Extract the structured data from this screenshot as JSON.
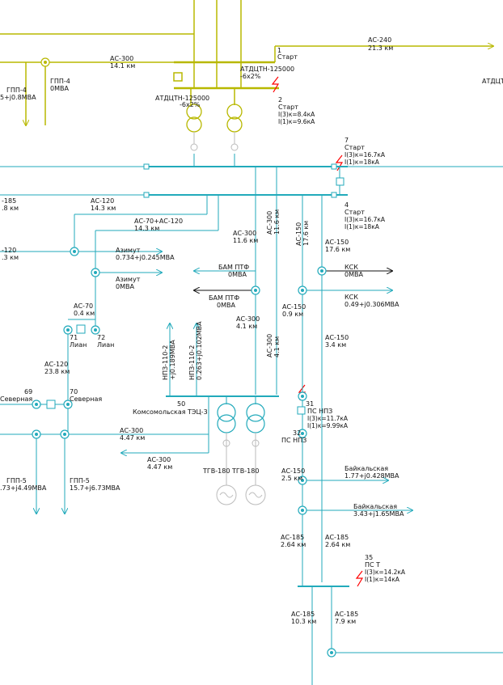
{
  "colors": {
    "line110": "#22aabb",
    "line220": "#b8b800",
    "fault": "#ff0000",
    "gen": "#bbbbbb",
    "black": "#111111"
  },
  "labels": {
    "ac240": "АС-240",
    "ac240_len": "21.3 км",
    "node1_num": "1",
    "node1_name": "Старт",
    "atdctn_top": "АТДЦТН-125000",
    "atdctn_top_tap": "-6x2%",
    "ac300_top": "АС-300",
    "ac300_top_len": "14.1 км",
    "gpp4_left": "ГПП-4",
    "gpp4_left_load": "5+j0.8МВА",
    "gpp4": "ГПП-4",
    "gpp4_load": "0МВА",
    "atdctn_bot": "АТДЦТН-125000",
    "atdctn_bot_tap": "-6x2%",
    "node2_num": "2",
    "node2_name": "Старт",
    "node2_i3": "I(3)к=8.4кА",
    "node2_i1": "I(1)к=9.6кА",
    "atdct_right": "АТДЦТ",
    "node7_num": "7",
    "node7_name": "Старт",
    "node7_i3": "I(3)к=16.7кА",
    "node7_i1": "I(1)к=18кА",
    "node4_num": "4",
    "node4_name": "Старт",
    "node4_i3": "I(3)к=16.7кА",
    "node4_i1": "I(1)к=18кА",
    "ac185_left": "-185",
    "ac185_left_len": ".8 км",
    "ac120_a": "АС-120",
    "ac120_a_len": "14.3 км",
    "ac70_120": "АС-70+АС-120",
    "ac70_120_len": "14.3 км",
    "ac300_v1": "АС-300",
    "ac300_v1_len": "11.6 км",
    "ac300_h": "АС-300",
    "ac300_h_len": "11.6 км",
    "ac150_v": "АС-150",
    "ac150_v_len": "17.6 км",
    "ac150_b": "АС-150",
    "ac150_b_len": "17.6 км",
    "ac120_left": "-120",
    "ac120_left_len": ".3 км",
    "azimut1": "Азимут",
    "azimut1_load": "0.734+j0.245МВА",
    "azimut2": "Азимут",
    "azimut2_load": "0МВА",
    "bam1": "БАМ ПТФ",
    "bam1_load": "0МВА",
    "bam2": "БАМ ПТФ",
    "bam2_load": "0МВА",
    "ksk1": "КСК",
    "ksk1_load": "0МВА",
    "ksk2": "КСК",
    "ksk2_load": "0.49+j0.306МВА",
    "ac70": "АС-70",
    "ac70_len": "0.4 км",
    "liman71_num": "71",
    "liman71": "Лиан",
    "liman72_num": "72",
    "liman72": "Лиан",
    "ac300_m": "АС-300",
    "ac300_m_len": "4.1 км",
    "ac150_m": "АС-150",
    "ac150_m_len": "0.9 км",
    "ac150_r": "АС-150",
    "ac150_r_len": "3.4 км",
    "ac300_v2": "АС-300",
    "ac300_v2_len": "4.1 км",
    "npz1": "НПЗ-110-2",
    "npz1_load": "+j0.189МВА",
    "npz2": "НПЗ-110-2",
    "npz2_load": "0.263+j0.102МВА",
    "ac120_b": "АС-120",
    "ac120_b_len": "23.8 км",
    "node69_num": "69",
    "node69": "Северная",
    "node70_num": "70",
    "node70": "Северная",
    "node50_num": "50",
    "komsomol": "Комсомольская",
    "tec3": "ТЭЦ-3",
    "node31_num": "31",
    "ps_npz": "ПС НПЗ",
    "node31_i3": "I(3)к=11.7кА",
    "node31_i1": "I(1)к=9.99кА",
    "node32_num": "32",
    "ps_npz2": "ПС НПЗ",
    "ac300_c": "АС-300",
    "ac300_c_len": "4.47 км",
    "ac300_d": "АС-300",
    "ac300_d_len": "4.47 км",
    "gpp5_a": "ГПП-5",
    "gpp5_a_load": ".73+j4.49МВА",
    "gpp5_b": "ГПП-5",
    "gpp5_b_load": "15.7+j6.73МВА",
    "tgv1": "ТГВ-180",
    "tgv2": "ТГВ-180",
    "ac150_e": "АС-150",
    "ac150_e_len": "2.5 км",
    "baik1": "Байкальская",
    "baik1_load": "1.77+j0.428МВА",
    "baik2": "Байкальская",
    "baik2_load": "3.43+j1.65МВА",
    "ac185_a": "АС-185",
    "ac185_a_len": "2.64 км",
    "ac185_b": "АС-185",
    "ac185_b_len": "2.64 км",
    "node35_num": "35",
    "ps_t": "ПС Т",
    "node35_i3": "I(3)к=14.2кА",
    "node35_i1": "I(1)к=14кА",
    "ac185_c": "АС-185",
    "ac185_c_len": "10.3 км",
    "ac185_d": "АС-185",
    "ac185_d_len": "7.9 км"
  }
}
